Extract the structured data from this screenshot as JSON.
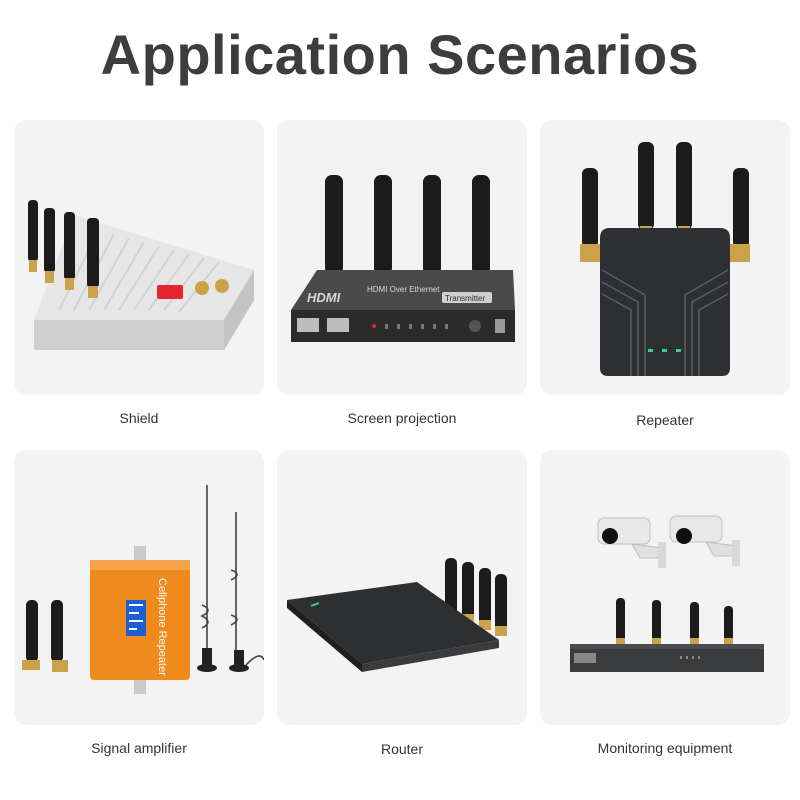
{
  "page": {
    "title": "Application Scenarios"
  },
  "scenarios": [
    {
      "label": "Shield",
      "icon": "signal-shield-device-icon"
    },
    {
      "label": "Screen projection",
      "icon": "hdmi-extender-icon"
    },
    {
      "label": "Repeater",
      "icon": "wifi-repeater-icon"
    },
    {
      "label": "Signal amplifier",
      "icon": "cellphone-repeater-icon"
    },
    {
      "label": "Router",
      "icon": "router-icon"
    },
    {
      "label": "Monitoring equipment",
      "icon": "security-camera-nvr-icon"
    }
  ],
  "device_text": {
    "hdmi_logo": "HDMI",
    "hdmi_title": "HDMI Over Ethernet",
    "hdmi_badge": "Transmitter",
    "amplifier_text": "Cellphone Repeater"
  },
  "colors": {
    "title": "#3d3d3d",
    "card_bg": "#f3f3f3",
    "antenna": "#1b1b1b",
    "brass": "#c9a24a",
    "amplifier_orange": "#f08a1c",
    "status_led": "#39d18a"
  }
}
